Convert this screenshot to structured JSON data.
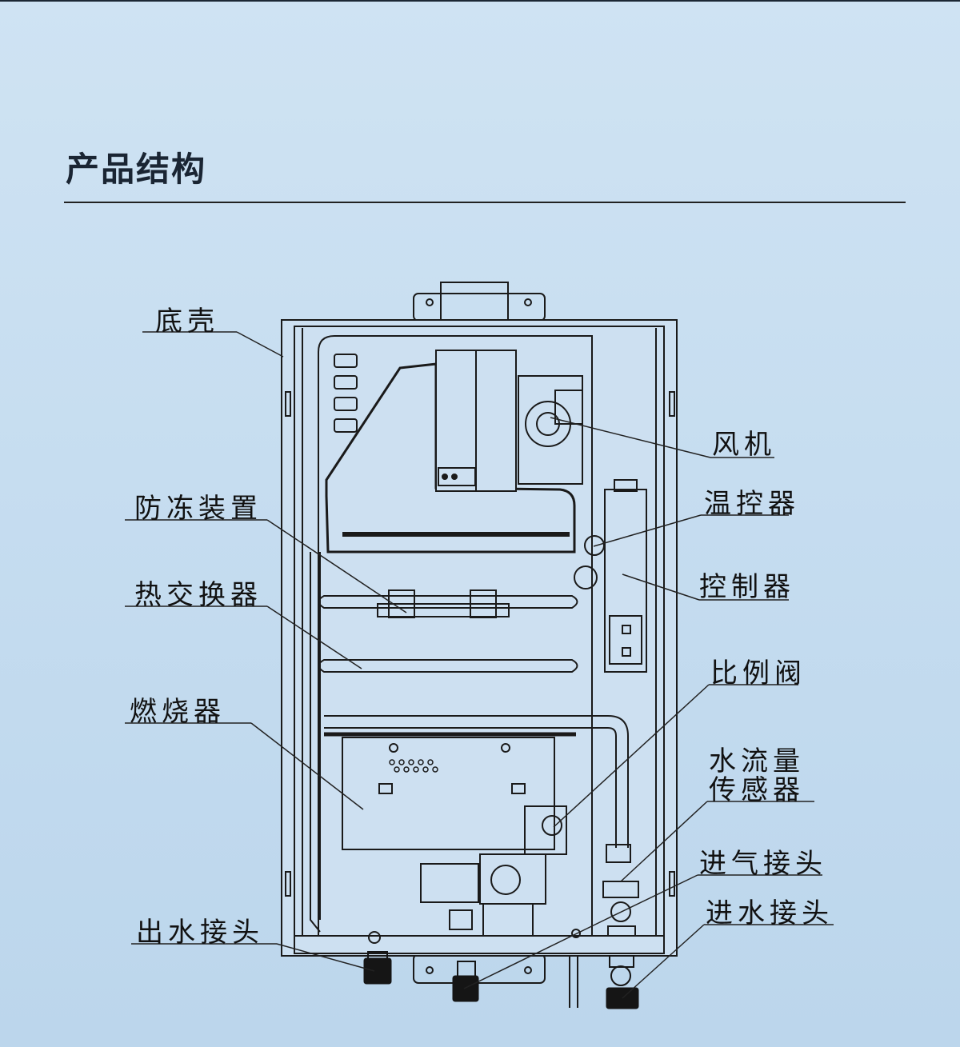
{
  "title": "产品结构",
  "labels": {
    "dike": "底壳",
    "fengji": "风机",
    "fangdong": "防冻装置",
    "wenkong": "温控器",
    "rejiaohuan": "热交换器",
    "kongzhi": "控制器",
    "bili": "比例阀",
    "ranshao": "燃烧器",
    "shuiliu_1": "水流量",
    "shuiliu_2": "传感器",
    "jinqi": "进气接头",
    "chushui": "出水接头",
    "jinshui": "进水接头"
  },
  "colors": {
    "background": "#c6ddf0",
    "ink": "#111111",
    "title": "#1a2533"
  }
}
